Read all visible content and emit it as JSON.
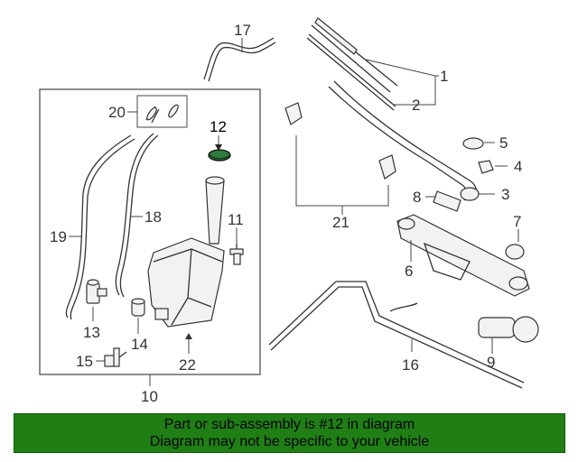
{
  "callouts": {
    "c1": "1",
    "c2": "2",
    "c3": "3",
    "c4": "4",
    "c5": "5",
    "c6": "6",
    "c7": "7",
    "c8": "8",
    "c9": "9",
    "c10": "10",
    "c11": "11",
    "c12": "12",
    "c13": "13",
    "c14": "14",
    "c15": "15",
    "c16": "16",
    "c17": "17",
    "c18": "18",
    "c19": "19",
    "c20": "20",
    "c21": "21",
    "c22": "22"
  },
  "highlight_part": "12",
  "highlight_color": "#2f7d3c",
  "banner": {
    "line1": "Part or sub-assembly is #12 in diagram",
    "line2": "Diagram may not be specific to your vehicle",
    "color": "#1f7f14"
  }
}
